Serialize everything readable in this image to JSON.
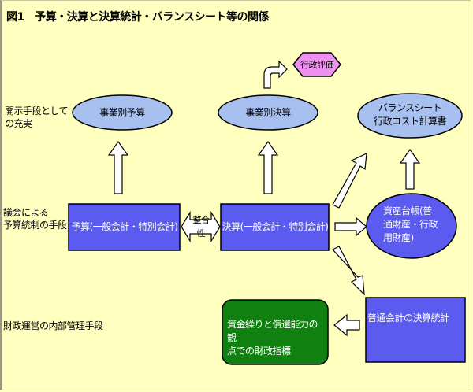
{
  "title": "図1　予算・決算と決算統計・バランスシート等の関係",
  "row_labels": {
    "disclosure": [
      "開示手段として",
      "の充実"
    ],
    "assembly": [
      "議会による",
      "予算統制の手段"
    ],
    "internal": "財政運営の内部管理手段"
  },
  "nodes": {
    "budget_by_project": "事業別予算",
    "settlement_by_project": "事業別決算",
    "admin_evaluation": "行政評価",
    "balance_sheet": [
      "バランスシート",
      "行政コスト計算書"
    ],
    "budget": "予算(一般会計・特別会計)",
    "consistency": "整合性",
    "settlement": "決算(一般会計・特別会計)",
    "asset_ledger": [
      "資産台帳(普",
      "通財産・行政",
      "用財産)"
    ],
    "ordinary_account_stats": "普通会計の決算統計",
    "financial_indicators": [
      "資金繰りと償還能力の観",
      "点での財政指標"
    ]
  },
  "colors": {
    "background": "#ffffc0",
    "box_blue": "#5b5bf0",
    "ellipse_light": "#a8c0f0",
    "ellipse_dark": "#5b5bf0",
    "hexagon_pink": "#f090f0",
    "box_green": "#108010"
  }
}
